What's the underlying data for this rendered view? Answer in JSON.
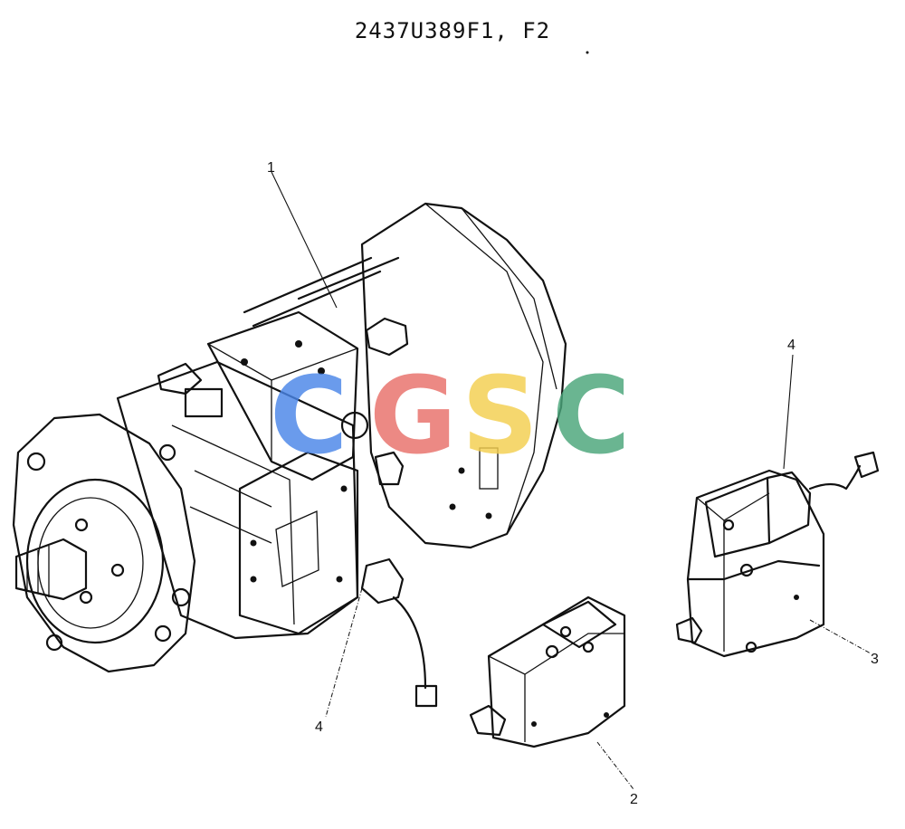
{
  "title": "2437U389F1, F2",
  "callouts": [
    {
      "id": "1",
      "label": "1"
    },
    {
      "id": "2",
      "label": "2"
    },
    {
      "id": "3",
      "label": "3"
    },
    {
      "id": "4a",
      "label": "4"
    },
    {
      "id": "4b",
      "label": "4"
    }
  ],
  "watermark": {
    "letters": [
      "C",
      "G",
      "S",
      "C"
    ],
    "colors": [
      "#4a86e8",
      "#e8706a",
      "#f4cf4f",
      "#4aa57a"
    ]
  }
}
